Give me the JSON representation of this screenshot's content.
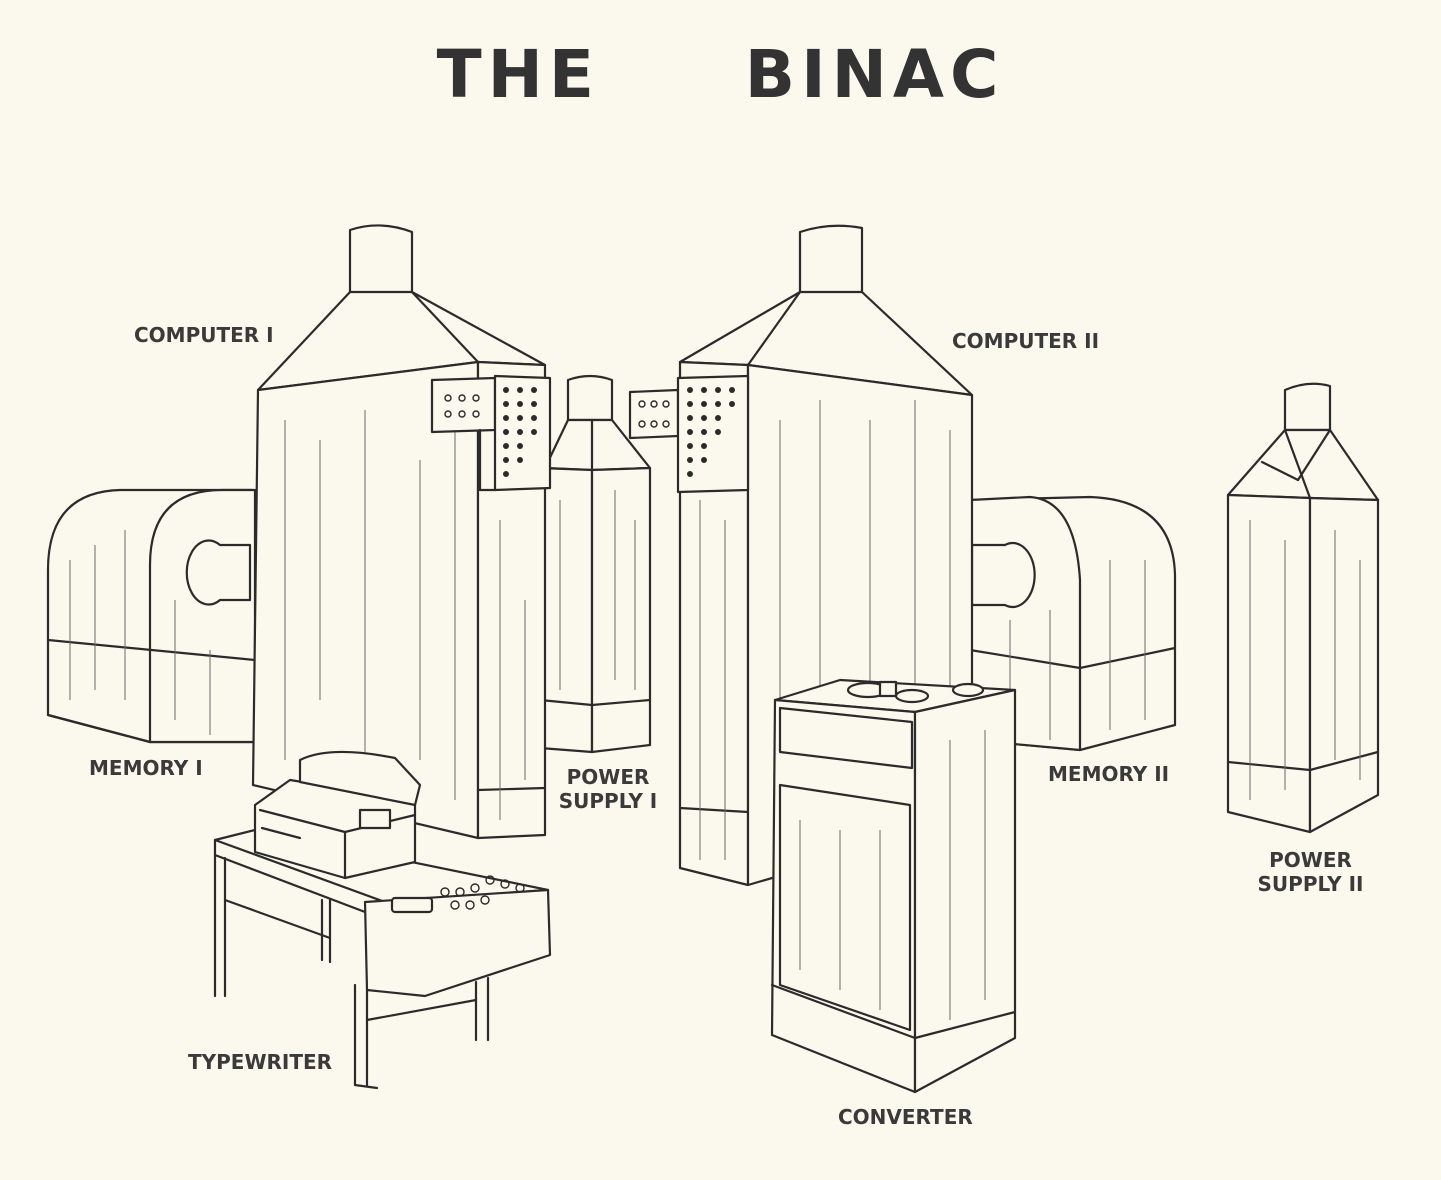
{
  "title": "THE     BINAC",
  "labels": {
    "computer_1": "COMPUTER I",
    "computer_2": "COMPUTER II",
    "memory_1": "MEMORY I",
    "memory_2": "MEMORY II",
    "power_supply_1_line1": "POWER",
    "power_supply_1_line2": "SUPPLY I",
    "power_supply_2_line1": "POWER",
    "power_supply_2_line2": "SUPPLY II",
    "typewriter": "TYPEWRITER",
    "converter": "CONVERTER"
  }
}
